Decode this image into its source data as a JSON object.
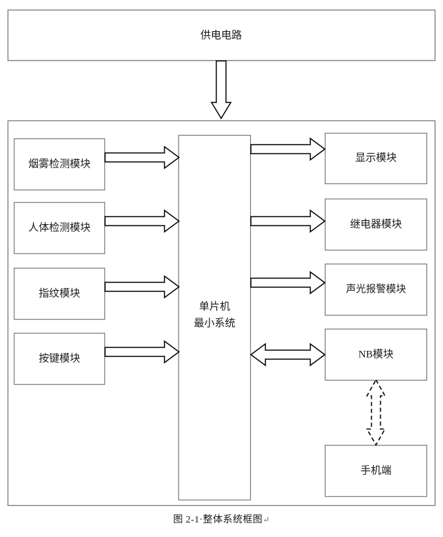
{
  "figure": {
    "caption_label": "图 2-1",
    "caption_separator": "·",
    "caption_title": "整体系统框图",
    "caption_mark": "↵"
  },
  "colors": {
    "box_border": "#7f7f7f",
    "arrow_stroke": "#000000",
    "arrow_fill": "#ffffff",
    "text": "#1a1a1a",
    "background": "#ffffff"
  },
  "power": {
    "label": "供电电路"
  },
  "container": {
    "label": ""
  },
  "mcu": {
    "line1": "单片机",
    "line2": "最小系统"
  },
  "inputs": [
    {
      "label": "烟雾检测模块"
    },
    {
      "label": "人体检测模块"
    },
    {
      "label": "指纹模块"
    },
    {
      "label": "按键模块"
    }
  ],
  "outputs": [
    {
      "label": "显示模块"
    },
    {
      "label": "继电器模块"
    },
    {
      "label": "声光报警模块"
    },
    {
      "label": "NB模块"
    }
  ],
  "terminal": {
    "label": "手机端"
  },
  "connections": [
    {
      "from": "供电电路",
      "to": "系统容器",
      "type": "single-down"
    },
    {
      "from": "烟雾检测模块",
      "to": "单片机最小系统",
      "type": "single-right"
    },
    {
      "from": "人体检测模块",
      "to": "单片机最小系统",
      "type": "single-right"
    },
    {
      "from": "指纹模块",
      "to": "单片机最小系统",
      "type": "single-right"
    },
    {
      "from": "按键模块",
      "to": "单片机最小系统",
      "type": "single-right"
    },
    {
      "from": "单片机最小系统",
      "to": "显示模块",
      "type": "single-right"
    },
    {
      "from": "单片机最小系统",
      "to": "继电器模块",
      "type": "single-right"
    },
    {
      "from": "单片机最小系统",
      "to": "声光报警模块",
      "type": "single-right"
    },
    {
      "from": "单片机最小系统",
      "to": "NB模块",
      "type": "double-horizontal"
    },
    {
      "from": "NB模块",
      "to": "手机端",
      "type": "double-vertical-dashed"
    }
  ]
}
